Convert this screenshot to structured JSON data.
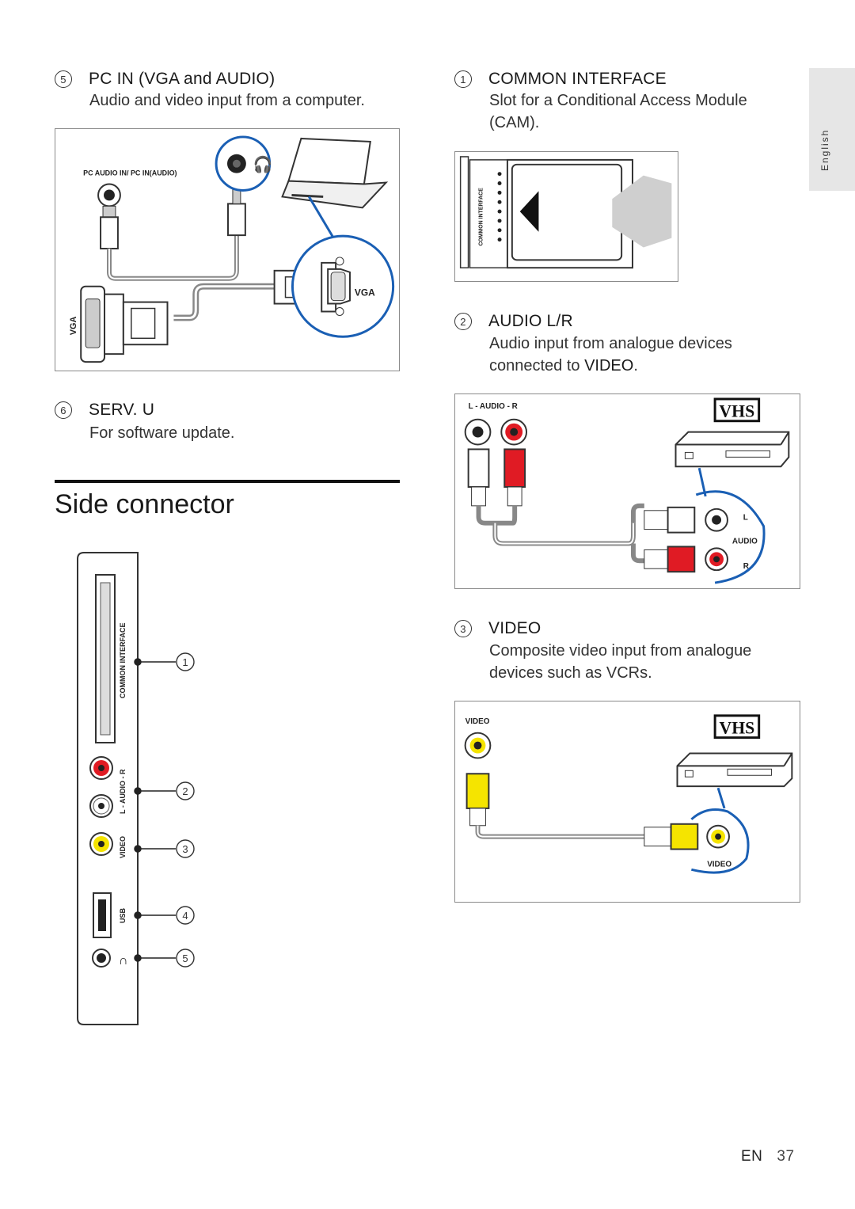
{
  "sidebar_tab": {
    "language": "English"
  },
  "left_column": {
    "pc_in": {
      "marker": "5",
      "title": "PC IN (VGA and AUDIO)",
      "description": "Audio and video input from a computer.",
      "figure": {
        "audio_label": "PC AUDIO IN/ PC IN(AUDIO)",
        "vga_label_right": "VGA",
        "vga_label_left": "VGA"
      }
    },
    "serv_u": {
      "marker": "6",
      "title": "SERV. U",
      "description": "For software update."
    },
    "heading": "Side connector",
    "side_figure": {
      "labels": {
        "common_interface": "COMMON INTERFACE",
        "audio": "L - AUDIO - R",
        "video": "VIDEO",
        "usb": "USB"
      },
      "callouts": [
        "1",
        "2",
        "3",
        "4",
        "5"
      ]
    }
  },
  "right_column": {
    "common_interface": {
      "marker": "1",
      "title": "COMMON INTERFACE",
      "description": "Slot for a Conditional Access Module (CAM).",
      "figure": {
        "slot_label": "COMMON INTERFACE"
      }
    },
    "audio_lr": {
      "marker": "2",
      "title": "AUDIO L/R",
      "description_prefix": "Audio input from analogue devices connected to ",
      "description_emph": "VIDEO",
      "description_suffix": ".",
      "figure": {
        "jack_label": "L - AUDIO - R",
        "logo": "VHS",
        "l": "L",
        "audio": "AUDIO",
        "r": "R"
      }
    },
    "video": {
      "marker": "3",
      "title": "VIDEO",
      "description": "Composite video input from analogue devices such as VCRs.",
      "figure": {
        "jack_label": "VIDEO",
        "logo": "VHS",
        "callout_label": "VIDEO"
      }
    }
  },
  "footer": {
    "lang": "EN",
    "page": "37"
  },
  "colors": {
    "accent_blue": "#1a5fb4",
    "jack_red": "#e01b24",
    "jack_yellow": "#f5e400",
    "tab_gray": "#e6e6e6"
  }
}
